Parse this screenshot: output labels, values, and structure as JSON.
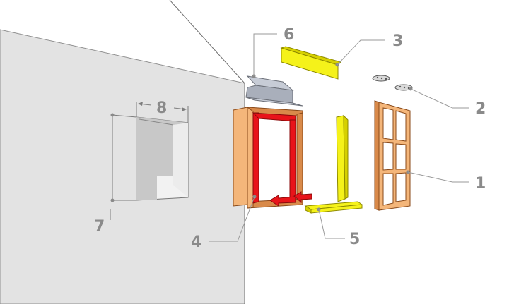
{
  "callouts": {
    "c1": "1",
    "c2": "2",
    "c3": "3",
    "c4": "4",
    "c5": "5",
    "c6": "6",
    "c7": "7",
    "c8": "8"
  },
  "colors": {
    "wall_front": "#e3e3e3",
    "wall_side": "#ffffff",
    "opening": "#c8c8c8",
    "wood": "#f4b67a",
    "sill_trim": "#f5f21a",
    "seal": "#e8141a",
    "flashing": "#c7ccd6",
    "callout_text": "#8a8a8a"
  },
  "icons": {
    "arrow": "red-insert-arrow",
    "hinge": "hinge-icon"
  }
}
